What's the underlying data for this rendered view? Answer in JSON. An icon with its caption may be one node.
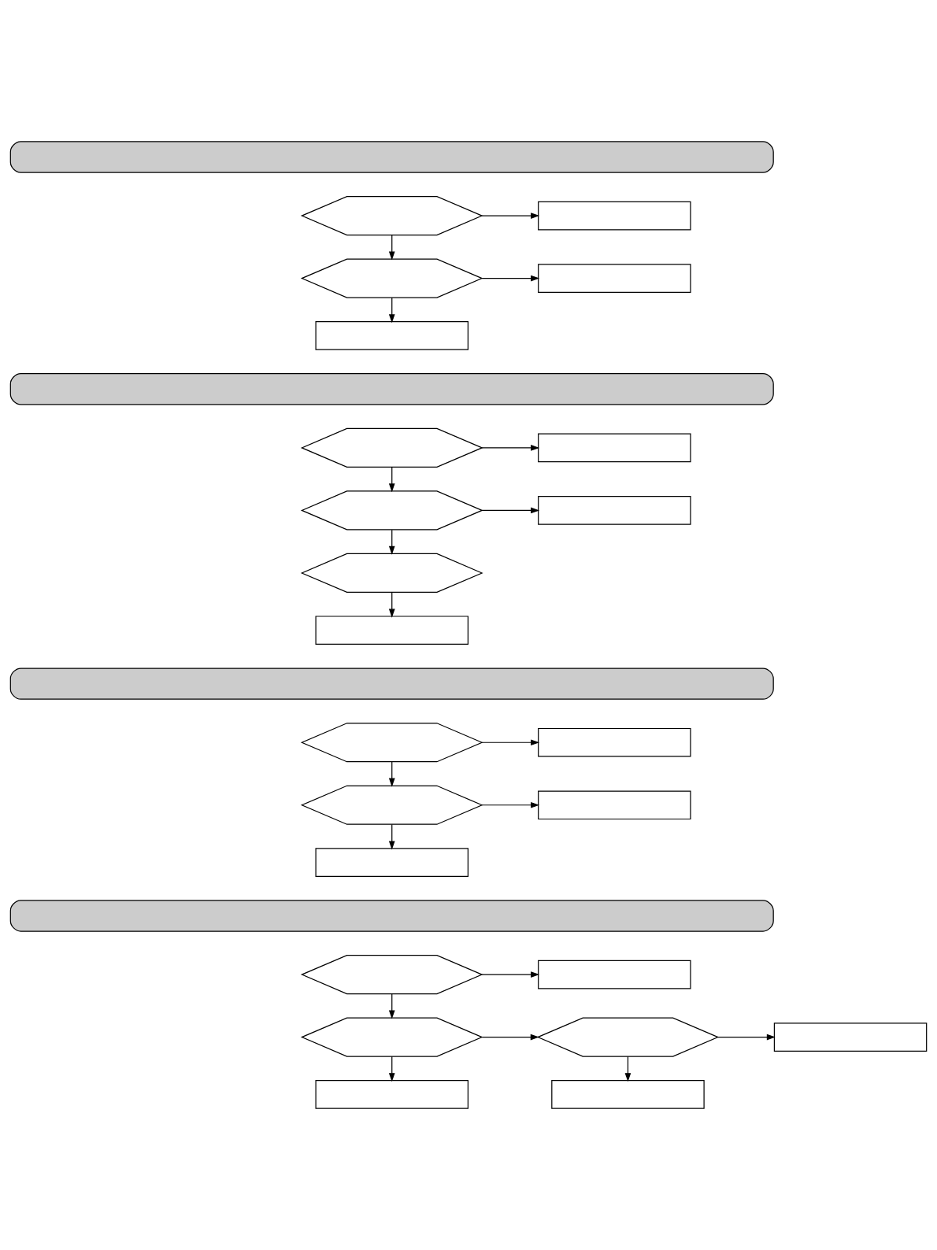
{
  "diagram": {
    "nodes": [
      {
        "text": [],
        "shape": "bar"
      },
      {
        "text": [],
        "shape": "hexagon"
      },
      {
        "text": [],
        "shape": "box"
      },
      {
        "text": [],
        "shape": "hexagon"
      },
      {
        "text": [],
        "shape": "box"
      },
      {
        "text": [],
        "shape": "box"
      },
      {
        "text": [],
        "shape": "bar"
      },
      {
        "text": [],
        "shape": "hexagon"
      },
      {
        "text": [],
        "shape": "box"
      },
      {
        "text": [],
        "shape": "hexagon"
      },
      {
        "text": [],
        "shape": "box"
      },
      {
        "text": [],
        "shape": "hexagon"
      },
      {
        "text": [],
        "shape": "box"
      },
      {
        "text": [],
        "shape": "bar"
      },
      {
        "text": [],
        "shape": "hexagon"
      },
      {
        "text": [],
        "shape": "box"
      },
      {
        "text": [],
        "shape": "hexagon"
      },
      {
        "text": [],
        "shape": "box"
      },
      {
        "text": [],
        "shape": "box"
      },
      {
        "text": [],
        "shape": "bar"
      },
      {
        "text": [],
        "shape": "hexagon"
      },
      {
        "text": [],
        "shape": "box"
      },
      {
        "text": [],
        "shape": "hexagon"
      },
      {
        "text": [],
        "shape": "hexagon"
      },
      {
        "text": [],
        "shape": "box"
      },
      {
        "text": [],
        "shape": "box"
      },
      {
        "text": [],
        "shape": "box"
      }
    ],
    "edges": [
      {
        "from": 1,
        "to": 2,
        "arrow": "to"
      },
      {
        "from": 1,
        "to": 3,
        "arrow": "to"
      },
      {
        "from": 3,
        "to": 4,
        "arrow": "to"
      },
      {
        "from": 3,
        "to": 5,
        "arrow": "to"
      },
      {
        "from": 7,
        "to": 8,
        "arrow": "to"
      },
      {
        "from": 7,
        "to": 9,
        "arrow": "to"
      },
      {
        "from": 9,
        "to": 10,
        "arrow": "to"
      },
      {
        "from": 9,
        "to": 11,
        "arrow": "to"
      },
      {
        "from": 11,
        "to": 12,
        "arrow": "to"
      },
      {
        "from": 14,
        "to": 15,
        "arrow": "to"
      },
      {
        "from": 14,
        "to": 16,
        "arrow": "to"
      },
      {
        "from": 16,
        "to": 17,
        "arrow": "to"
      },
      {
        "from": 16,
        "to": 18,
        "arrow": "to"
      },
      {
        "from": 20,
        "to": 21,
        "arrow": "to"
      },
      {
        "from": 20,
        "to": 22,
        "arrow": "to"
      },
      {
        "from": 22,
        "to": 23,
        "arrow": "to"
      },
      {
        "from": 23,
        "to": 24,
        "arrow": "to"
      },
      {
        "from": 22,
        "to": 25,
        "arrow": "to"
      },
      {
        "from": 23,
        "to": 26,
        "arrow": "to"
      }
    ]
  }
}
